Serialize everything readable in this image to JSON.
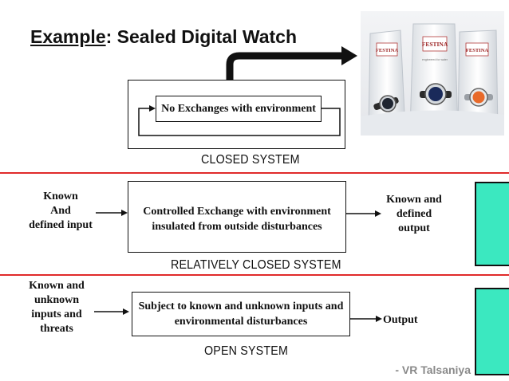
{
  "title": {
    "underlined": "Example",
    "rest": ": Sealed Digital Watch"
  },
  "closed": {
    "inner": "No Exchanges with environment",
    "caption": "CLOSED SYSTEM"
  },
  "relatively_closed": {
    "input_lines": [
      "Known",
      "And",
      "defined input"
    ],
    "box_lines": [
      "Controlled Exchange with environment",
      "insulated from outside disturbances"
    ],
    "output_lines": [
      "Known and",
      "defined output"
    ],
    "caption": "RELATIVELY CLOSED SYSTEM"
  },
  "open": {
    "input_lines": [
      "Known and",
      "unknown",
      "inputs and",
      "threats"
    ],
    "box_lines": [
      "Subject to known and unknown inputs and",
      "environmental disturbances"
    ],
    "output_lines": [
      "Output"
    ],
    "caption": "OPEN SYSTEM"
  },
  "photo": {
    "brand": "FESTINA",
    "tagline": "engineered for water"
  },
  "credit": "- VR Talsaniya",
  "colors": {
    "divider": "#e02a2a",
    "teal": "#3be8c0"
  }
}
